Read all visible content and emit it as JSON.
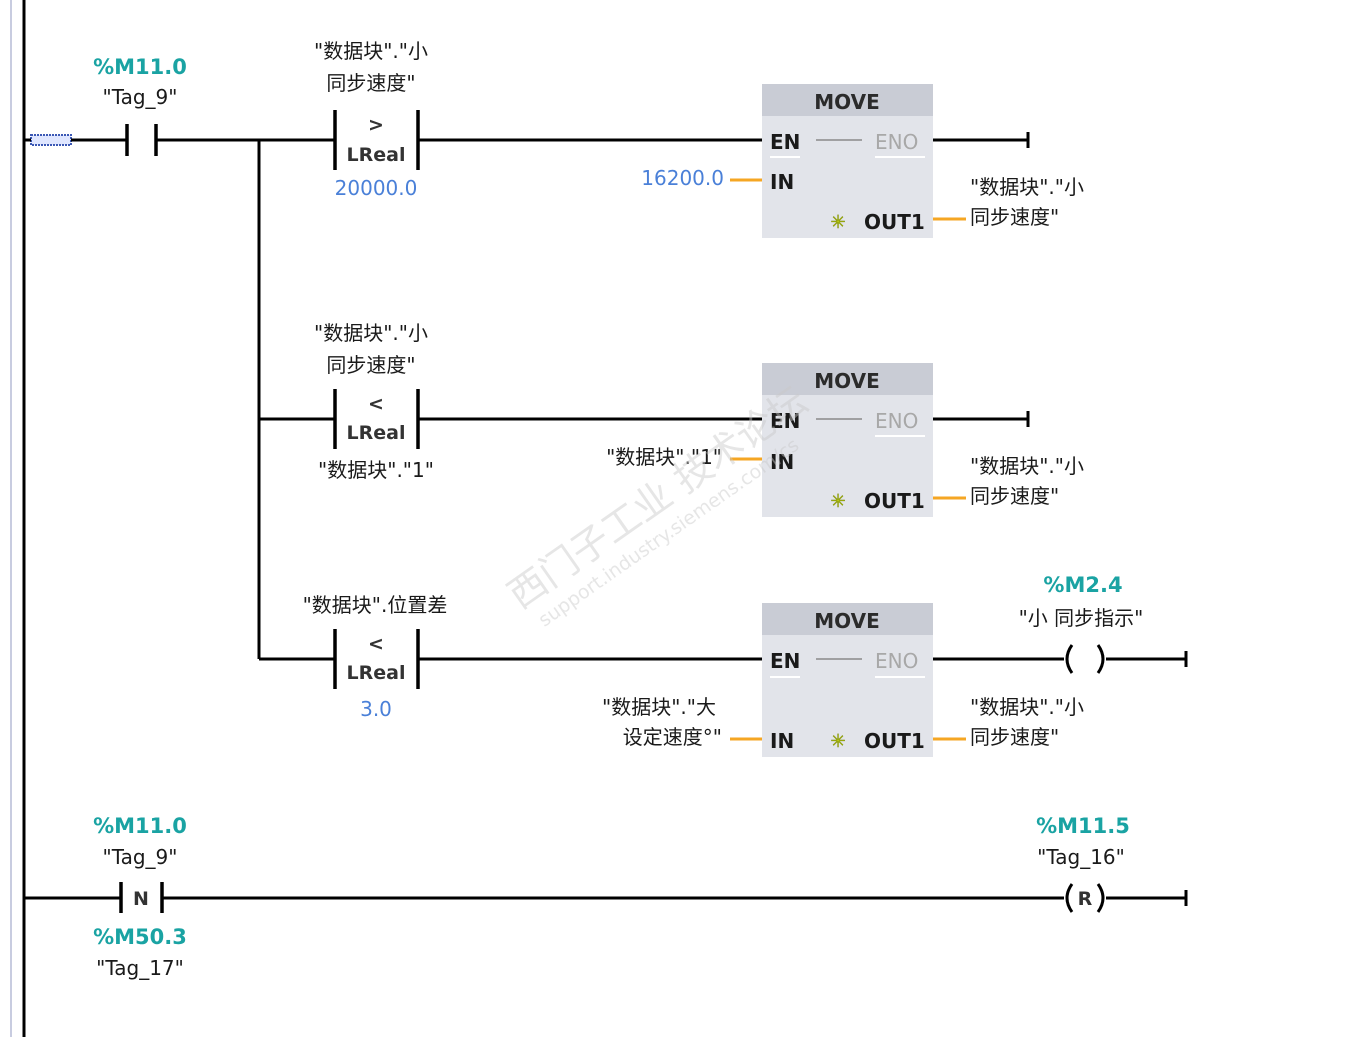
{
  "editor": "Ladder logic network (LAD)",
  "watermark": {
    "line1": "西门子工业 技术论坛",
    "line2": "support.industry.siemens.com/cs"
  },
  "colors": {
    "address": "#1aa3a3",
    "constant": "#4a80d8",
    "data_wire": "#f5a623",
    "box_body": "#e2e4ea",
    "box_header": "#c9ccd5",
    "eno_disabled": "#a8a8a8",
    "enable_star": "#d8e81a"
  },
  "network1": {
    "input_contact": {
      "type": "NO contact",
      "address": "%M11.0",
      "tag": "\"Tag_9\""
    },
    "branches": [
      {
        "compare": {
          "operand1_line1": "\"数据块\".\"小",
          "operand1_line2": "同步速度\"",
          "operator": ">",
          "datatype": "LReal",
          "operand2": "20000.0",
          "operand2_is_constant": true
        },
        "move": {
          "title": "MOVE",
          "en": "EN",
          "eno": "ENO",
          "in_label": "IN",
          "out_label": "OUT1",
          "in_value": "16200.0",
          "in_is_constant": true,
          "out_line1": "\"数据块\".\"小",
          "out_line2": "同步速度\""
        },
        "output": null
      },
      {
        "compare": {
          "operand1_line1": "\"数据块\".\"小",
          "operand1_line2": "同步速度\"",
          "operator": "<",
          "datatype": "LReal",
          "operand2": "\"数据块\".\"1\"",
          "operand2_is_constant": false
        },
        "move": {
          "title": "MOVE",
          "en": "EN",
          "eno": "ENO",
          "in_label": "IN",
          "out_label": "OUT1",
          "in_value": "\"数据块\".\"1\"",
          "in_is_constant": false,
          "out_line1": "\"数据块\".\"小",
          "out_line2": "同步速度\""
        },
        "output": null
      },
      {
        "compare": {
          "operand1_line1": "\"数据块\".位置差",
          "operand1_line2": "",
          "operator": "<",
          "datatype": "LReal",
          "operand2": "3.0",
          "operand2_is_constant": true
        },
        "move": {
          "title": "MOVE",
          "en": "EN",
          "eno": "ENO",
          "in_label": "IN",
          "out_label": "OUT1",
          "in_value_line1": "\"数据块\".\"大",
          "in_value_line2": "设定速度°\"",
          "in_is_constant": false,
          "out_line1": "\"数据块\".\"小",
          "out_line2": "同步速度\""
        },
        "output": {
          "type": "coil",
          "symbol": "( )",
          "address": "%M2.4",
          "tag": "\"小 同步指示\""
        }
      }
    ]
  },
  "network2": {
    "edge_contact": {
      "type": "negative edge",
      "symbol": "N",
      "address": "%M11.0",
      "tag": "\"Tag_9\"",
      "memory_address": "%M50.3",
      "memory_tag": "\"Tag_17\""
    },
    "reset_coil": {
      "type": "reset coil",
      "symbol": "R",
      "address": "%M11.5",
      "tag": "\"Tag_16\""
    }
  }
}
